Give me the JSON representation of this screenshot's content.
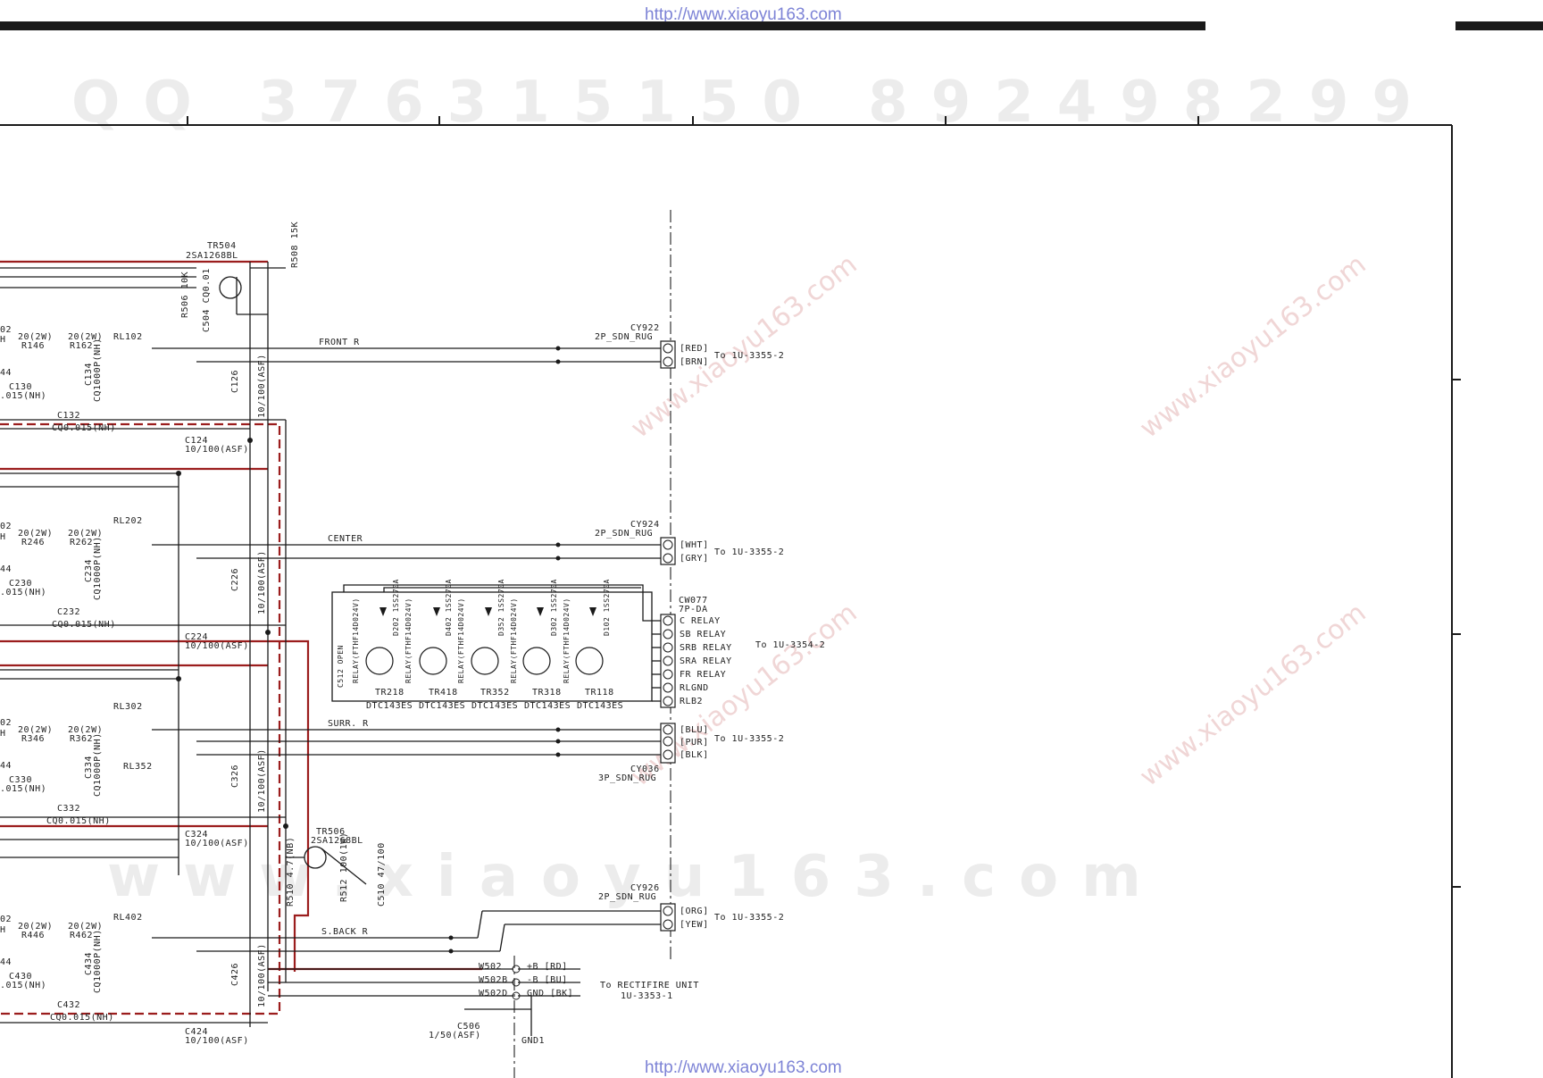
{
  "header": {
    "url_top": "http://www.xiaoyu163.com",
    "url_bottom": "http://www.xiaoyu163.com",
    "watermark_qq": "QQ 376315150  892498299",
    "watermark_web": "www.xiaoyu163.com",
    "watermark_diag": "www.xiaoyu163.com"
  },
  "transistors_top": {
    "tr504": "TR504",
    "tr504_part": "2SA1268BL",
    "r508": "R508 15K",
    "r506": "R506 10K",
    "c504": "C504 CQ0.01"
  },
  "channels": [
    {
      "relay": "RL102",
      "r_a": "R146",
      "r_b": "R162",
      "res_a": "20(2W)",
      "res_b": "20(2W)",
      "c_a": "C130",
      "c_b": "C134",
      "c_b_val": "CQ1000P(NH)",
      "c_c": "C132",
      "cq": "CQ0.015(NH)",
      "c_big": "C124",
      "c_big_val": "10/100(ASF)",
      "c_vert": "C126",
      "c_vert_val": "10/100(ASF)",
      "c_val": ".015(NH)",
      "p44": "44",
      "p02": "02",
      "ph": "H"
    },
    {
      "relay": "RL202",
      "r_a": "R246",
      "r_b": "R262",
      "res_a": "20(2W)",
      "res_b": "20(2W)",
      "c_a": "C230",
      "c_b": "C234",
      "c_b_val": "CQ1000P(NH)",
      "c_c": "C232",
      "cq": "CQ0.015(NH)",
      "c_big": "C224",
      "c_big_val": "10/100(ASF)",
      "c_vert": "C226",
      "c_vert_val": "10/100(ASF)",
      "c_val": ".015(NH)",
      "p44": "44",
      "p02": "02",
      "ph": "H"
    },
    {
      "relay": "RL302",
      "relay2": "RL352",
      "r_a": "R346",
      "r_b": "R362",
      "res_a": "20(2W)",
      "res_b": "20(2W)",
      "c_a": "C330",
      "c_b": "C334",
      "c_b_val": "CQ1000P(NH)",
      "c_c": "C332",
      "cq": "CQ0.015(NH)",
      "c_big": "C324",
      "c_big_val": "10/100(ASF)",
      "c_vert": "C326",
      "c_vert_val": "10/100(ASF)",
      "c_val": ".015(NH)",
      "p44": "44",
      "p02": "02",
      "ph": "H"
    },
    {
      "relay": "RL402",
      "r_a": "R446",
      "r_b": "R462",
      "res_a": "20(2W)",
      "res_b": "20(2W)",
      "c_a": "C430",
      "c_b": "C434",
      "c_b_val": "CQ1000P(NH)",
      "c_c": "C432",
      "cq": "CQ0.015(NH)",
      "c_big": "C424",
      "c_big_val": "10/100(ASF)",
      "c_vert": "C426",
      "c_vert_val": "10/100(ASF)",
      "c_val": ".015(NH)",
      "p44": "44",
      "p02": "02",
      "ph": "H"
    }
  ],
  "signals": {
    "front": "FRONT R",
    "center": "CENTER",
    "surr": "SURR. R",
    "sback": "S.BACK R"
  },
  "connectors": {
    "cy922": {
      "name": "CY922",
      "type": "2P_SDN_RUG",
      "pins": [
        "[RED]",
        "[BRN]"
      ],
      "dest": "To 1U-3355-2"
    },
    "cy924": {
      "name": "CY924",
      "type": "2P_SDN_RUG",
      "pins": [
        "[WHT]",
        "[GRY]"
      ],
      "dest": "To 1U-3355-2"
    },
    "cy036": {
      "name": "CY036",
      "type": "3P_SDN_RUG",
      "pins": [
        "[BLU]",
        "[PUR]",
        "[BLK]"
      ],
      "dest": "To 1U-3355-2"
    },
    "cy926": {
      "name": "CY926",
      "type": "2P_SDN_RUG",
      "pins": [
        "[ORG]",
        "[YEW]"
      ],
      "dest": "To 1U-3355-2"
    },
    "cw077": {
      "name": "CW077",
      "type": "7P-DA",
      "pins": [
        "C RELAY",
        "SB RELAY",
        "SRB RELAY",
        "SRA RELAY",
        "FR RELAY",
        "RLGND",
        "RLB2"
      ],
      "dest": "To 1U-3354-2"
    }
  },
  "relay_drivers": {
    "transistors": [
      "TR218",
      "TR418",
      "TR352",
      "TR318",
      "TR118"
    ],
    "parts": [
      "DTC143ES",
      "DTC143ES",
      "DTC143ES",
      "DTC143ES",
      "DTC143ES"
    ],
    "relays": [
      "RELAY(FTHF14D024V)",
      "RELAY(FTHF14D024V)",
      "RELAY(FTHF14D024V)",
      "RELAY(FTHF14D024V)",
      "RELAY(FTHF14D024V)"
    ],
    "diodes": [
      "D202 1SS270A",
      "D402 1SS270A",
      "D352 1SS270A",
      "D302 1SS270A",
      "D102 1SS270A"
    ],
    "c512": "C512 OPEN"
  },
  "tr506": {
    "name": "TR506",
    "part": "2SA1268BL",
    "r512": "R512 100(1W)",
    "r510": "R510 4.7(NB)",
    "c510": "C510 47/100"
  },
  "power": {
    "wires": [
      "W502",
      "W502B",
      "W502D"
    ],
    "rails": [
      "+B  [RD]",
      "-B  [BU]",
      "GND [BK]"
    ],
    "dest": "To RECTIFIRE UNIT",
    "unit": "1U-3353-1",
    "c506": "C506",
    "c506_val": "1/50(ASF)",
    "gnd": "GND1"
  },
  "colors": {
    "line": "#1a1a1a",
    "rail_red": "#9b1d1d",
    "url": "#7d83d6"
  }
}
